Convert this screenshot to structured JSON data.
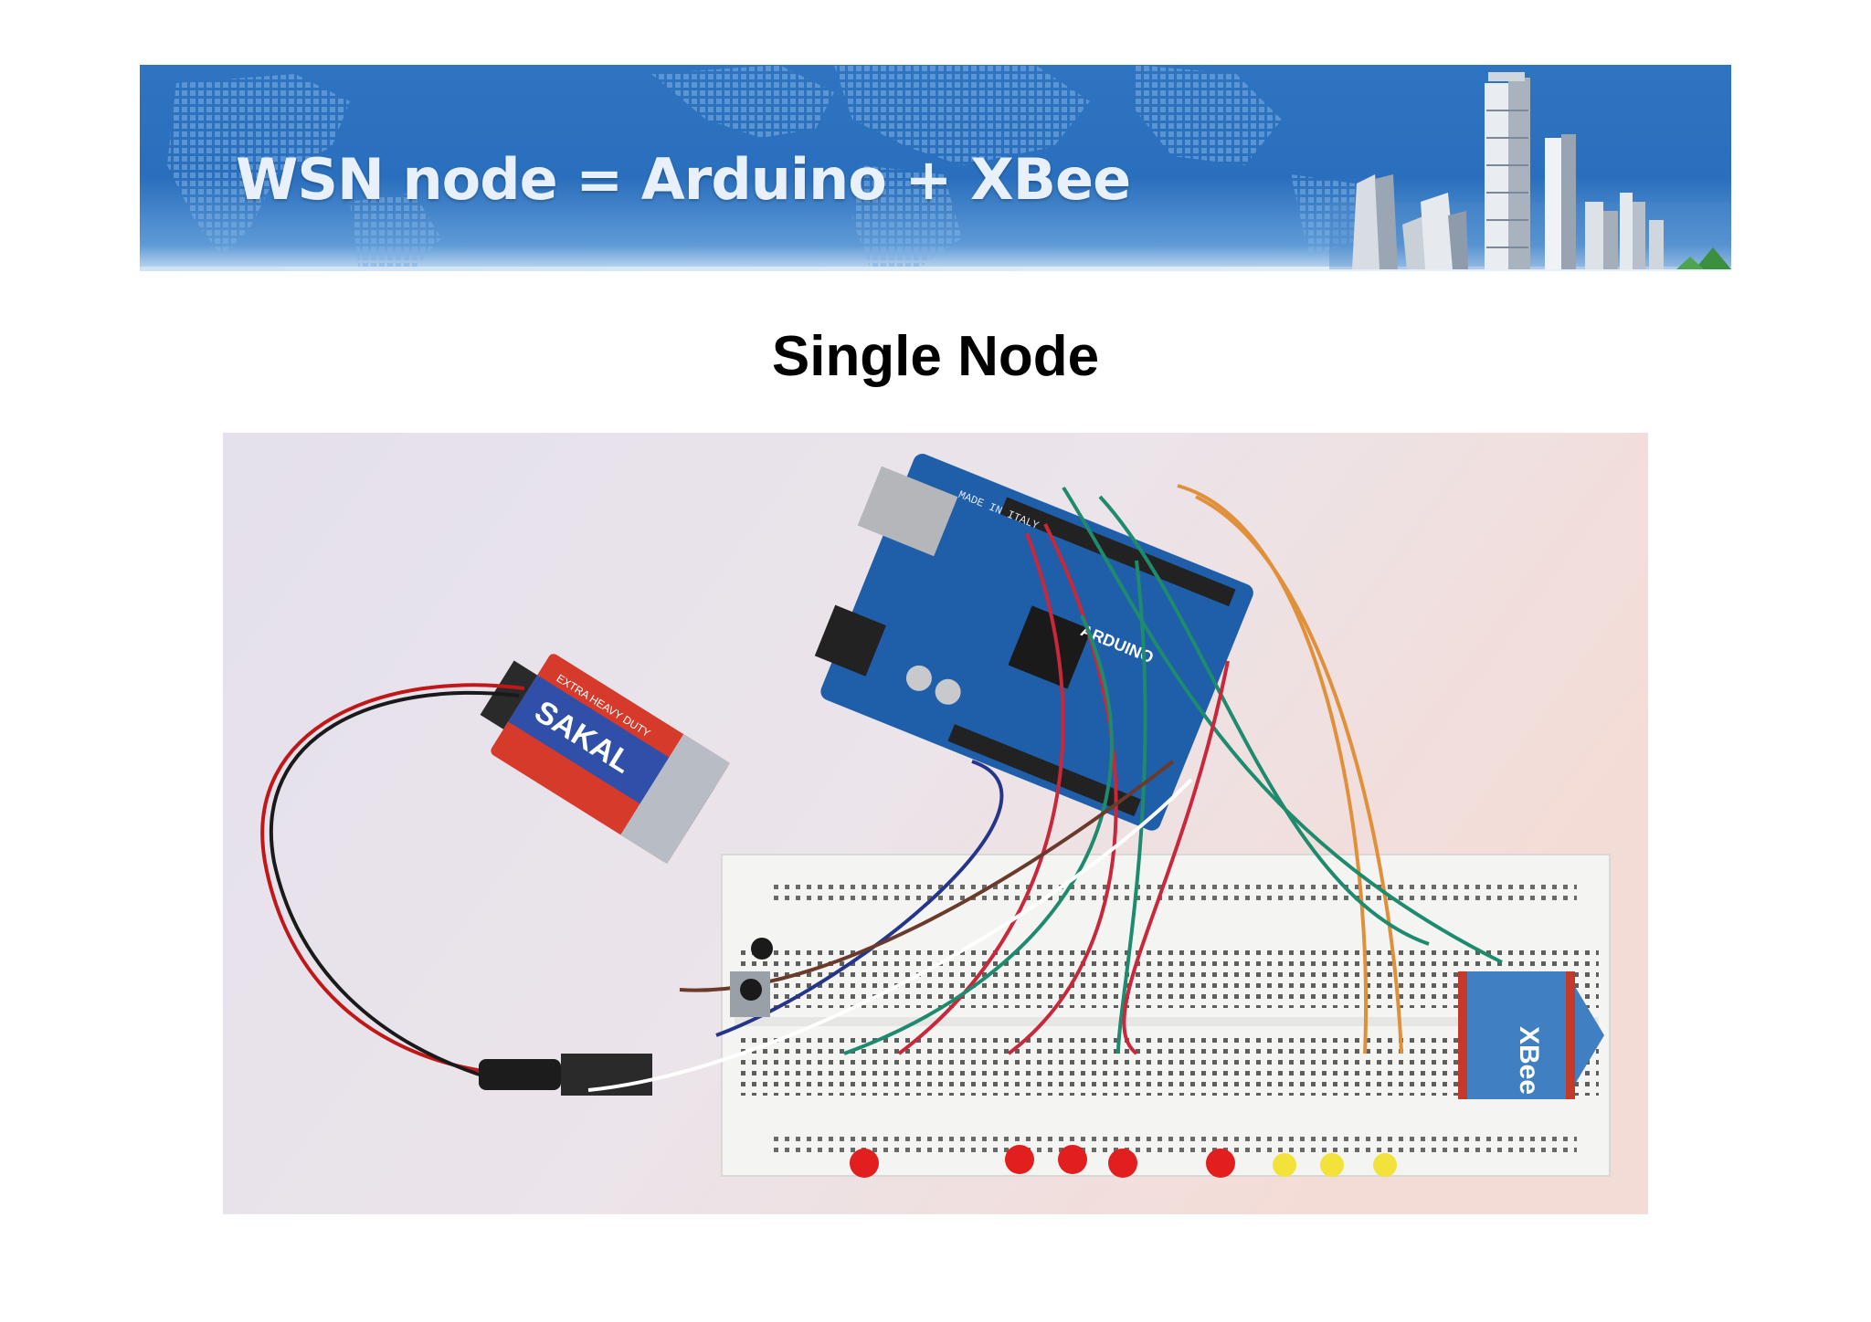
{
  "slide": {
    "title": "WSN node = Arduino + XBee",
    "subtitle": "Single Node"
  },
  "photo": {
    "battery_brand": "SAKAL",
    "battery_text": "EXTRA HEAVY DUTY",
    "arduino_made": "MADE IN ITALY",
    "arduino_brand": "ARDUINO",
    "xbee_label": "XBee"
  },
  "colors": {
    "banner": "#2f74c0",
    "title_text": "#e8f1fb",
    "subtitle_text": "#000000"
  }
}
